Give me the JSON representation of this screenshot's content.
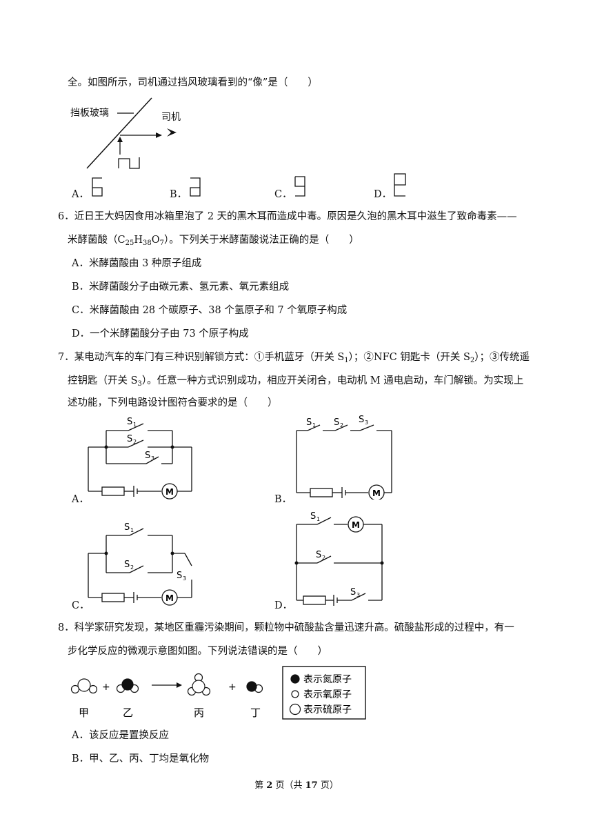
{
  "q5": {
    "tail": "全。如图所示，司机通过挡风玻璃看到的“像”是（　　）",
    "fig_glass": "挡板玻璃",
    "fig_driver": "司机",
    "options": [
      "A．",
      "B．",
      "C．",
      "D．"
    ]
  },
  "q6": {
    "line1": "6．近日王大妈因食用冰箱里泡了 2 天的黑木耳而造成中毒。原因是久泡的黑木耳中滋生了致命毒素——",
    "line2_pre": "米酵菌酸（C",
    "sub_c": "25",
    "h": "H",
    "sub_h": "38",
    "o": "O",
    "sub_o": "7",
    "line2_post": "）。下列关于米酵菌酸说法正确的是（　　）",
    "options": [
      "A．米酵菌酸由 3 种原子组成",
      "B．米酵菌酸分子由碳元素、氢元素、氧元素组成",
      "C．米酵菌酸由 28 个碳原子、38 个氢原子和 7 个氧原子构成",
      "D．一个米酵菌酸分子由 73 个原子构成"
    ]
  },
  "q7": {
    "line1_a": "7．某电动汽车的车门有三种识别解锁方式：①手机蓝牙（开关 S",
    "line1_s1": "1",
    "line1_b": "）；②NFC 钥匙卡（开关 S",
    "line1_s2": "2",
    "line1_c": "）；③传统遥",
    "line2_a": "控钥匙（开关 S",
    "line2_s3": "3",
    "line2_b": "）。任意一种方式识别成功，相应开关闭合，电动机 M 通电启动，车门解锁。为实现上",
    "line3": "述功能，下列电路设计图符合要求的是（　　）",
    "options": [
      "A．",
      "B．",
      "C．",
      "D．"
    ],
    "labels": {
      "s": "S",
      "n1": "1",
      "n2": "2",
      "n3": "3",
      "m": "M"
    }
  },
  "q8": {
    "line1": "8．科学家研究发现，某地区重霾污染期间，颗粒物中硫酸盐含量迅速升高。硫酸盐形成的过程中，有一",
    "line2": "步化学反应的微观示意图如图。下列说法错误的是（　　）",
    "species": [
      "甲",
      "乙",
      "丙",
      "丁"
    ],
    "plus": "+",
    "legend": [
      "表示氮原子",
      "表示氧原子",
      "表示硫原子"
    ],
    "options": [
      "A．该反应是置换反应",
      "B．甲、乙、丙、丁均是氧化物"
    ]
  },
  "footer": {
    "pre": "第 ",
    "page": "2",
    "mid": " 页（共 ",
    "total": "17",
    "post": " 页）"
  }
}
